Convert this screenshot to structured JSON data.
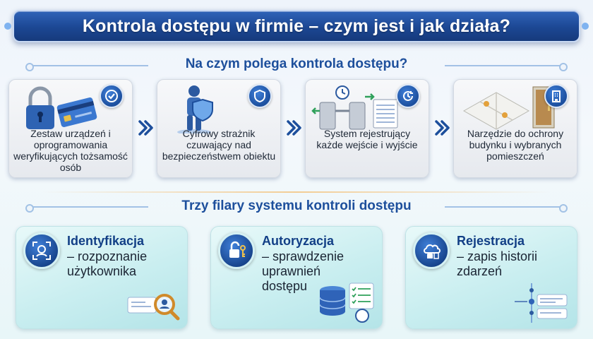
{
  "header": {
    "title": "Kontrola dostępu w firmie – czym jest i jak działa?"
  },
  "section1": {
    "title": "Na czym polega kontrola dostępu?",
    "steps": [
      {
        "text": "Zestaw urządzeń i oprogramowania weryfikujących tożsamość osób",
        "icon": "padlock-card-icon",
        "badge_icon": "checkmark-icon"
      },
      {
        "text": "Cyfrowy strażnik czuwający nad bezpieczeństwem obiektu",
        "icon": "digital-guard-icon",
        "badge_icon": "shield-icon"
      },
      {
        "text": "System rejestrujący każde wejście i wyjście",
        "icon": "turnstile-icon",
        "badge_icon": "clock-arrow-icon"
      },
      {
        "text": "Narzędzie do ochrony budynku i wybranych pomieszczeń",
        "icon": "floor-plan-door-icon",
        "badge_icon": "building-icon"
      }
    ]
  },
  "section2": {
    "title": "Trzy filary systemu kontroli dostępu",
    "pillars": [
      {
        "title": "Identyfikacja",
        "desc": [
          "– rozpoznanie",
          "użytkownika"
        ],
        "icon": "face-scan-icon"
      },
      {
        "title": "Autoryzacja",
        "desc": [
          "– sprawdzenie",
          "uprawnień",
          "dostępu"
        ],
        "icon": "unlocked-padlock-key-icon"
      },
      {
        "title": "Rejestracja",
        "desc": [
          "– zapis historii",
          "zdarzeń"
        ],
        "icon": "cloud-database-icon"
      }
    ]
  },
  "colors": {
    "primary": "#1c4793",
    "accent": "#2f63b8",
    "teal_panel": "#c9eef0"
  }
}
